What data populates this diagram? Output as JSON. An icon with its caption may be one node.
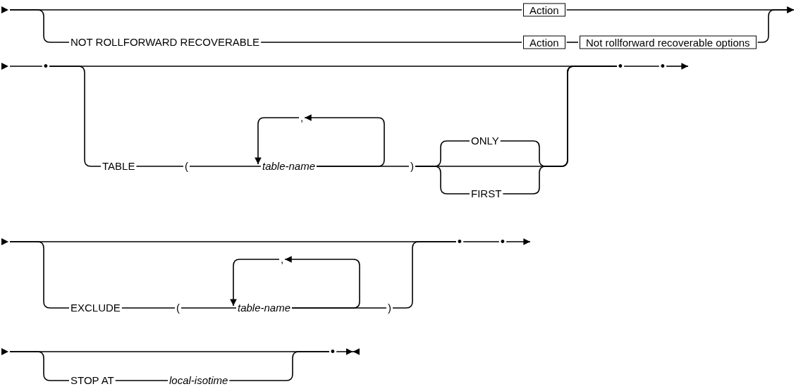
{
  "diagram": {
    "nodes": [
      {
        "text": [
          "Action"
        ]
      },
      {
        "text": [
          "NOT ROLLFORWARD RECOVERABLE"
        ]
      },
      {
        "text": [
          "Action"
        ]
      },
      {
        "text": [
          "Not rollforward recoverable options"
        ]
      },
      {
        "text": [
          "•"
        ]
      },
      {
        "text": [
          "TABLE"
        ]
      },
      {
        "text": [
          "("
        ]
      },
      {
        "text": [
          "table-name"
        ]
      },
      {
        "text": [
          ","
        ]
      },
      {
        "text": [
          ")"
        ]
      },
      {
        "text": [
          "ONLY"
        ]
      },
      {
        "text": [
          "FIRST"
        ]
      },
      {
        "text": [
          "•"
        ]
      },
      {
        "text": [
          "•"
        ]
      },
      {
        "text": [
          "EXCLUDE"
        ]
      },
      {
        "text": [
          "("
        ]
      },
      {
        "text": [
          "table-name"
        ]
      },
      {
        "text": [
          ","
        ]
      },
      {
        "text": [
          ")"
        ]
      },
      {
        "text": [
          "•"
        ]
      },
      {
        "text": [
          "•"
        ]
      },
      {
        "text": [
          "STOP AT"
        ]
      },
      {
        "text": [
          "local-isotime"
        ]
      },
      {
        "text": [
          "•"
        ]
      },
      {
        "text": [],
        "shape": "triangle"
      },
      {
        "text": [],
        "shape": "triangle"
      },
      {
        "text": [],
        "shape": "triangle"
      },
      {
        "text": [],
        "shape": "triangle"
      }
    ],
    "edges": [
      {
        "from": 24,
        "to": 0,
        "arrow": "none"
      },
      {
        "from": 24,
        "to": 1,
        "arrow": "none"
      },
      {
        "from": 1,
        "to": 2,
        "arrow": "none"
      },
      {
        "from": 2,
        "to": 3,
        "arrow": "none"
      },
      {
        "from": 0,
        "to": null,
        "arrow": "to"
      },
      {
        "from": 3,
        "to": null,
        "arrow": "to"
      },
      {
        "from": 25,
        "to": 4,
        "arrow": "none"
      },
      {
        "from": 4,
        "to": 12,
        "arrow": "none"
      },
      {
        "from": 4,
        "to": 5,
        "arrow": "none"
      },
      {
        "from": 5,
        "to": 6,
        "arrow": "none"
      },
      {
        "from": 6,
        "to": 7,
        "arrow": "none"
      },
      {
        "from": 7,
        "to": 8,
        "arrow": "to"
      },
      {
        "from": 8,
        "to": 7,
        "arrow": "to"
      },
      {
        "from": 7,
        "to": 9,
        "arrow": "none"
      },
      {
        "from": 9,
        "to": 10,
        "arrow": "none"
      },
      {
        "from": 9,
        "to": 11,
        "arrow": "none"
      },
      {
        "from": 9,
        "to": 12,
        "arrow": "none"
      },
      {
        "from": 10,
        "to": 12,
        "arrow": "none"
      },
      {
        "from": 11,
        "to": 12,
        "arrow": "none"
      },
      {
        "from": 12,
        "to": 13,
        "arrow": "none"
      },
      {
        "from": 13,
        "to": null,
        "arrow": "to"
      },
      {
        "from": 26,
        "to": 19,
        "arrow": "none"
      },
      {
        "from": 26,
        "to": 14,
        "arrow": "none"
      },
      {
        "from": 14,
        "to": 15,
        "arrow": "none"
      },
      {
        "from": 15,
        "to": 16,
        "arrow": "none"
      },
      {
        "from": 16,
        "to": 17,
        "arrow": "to"
      },
      {
        "from": 17,
        "to": 16,
        "arrow": "to"
      },
      {
        "from": 16,
        "to": 18,
        "arrow": "none"
      },
      {
        "from": 18,
        "to": 19,
        "arrow": "none"
      },
      {
        "from": 19,
        "to": 20,
        "arrow": "none"
      },
      {
        "from": 20,
        "to": null,
        "arrow": "to"
      },
      {
        "from": 27,
        "to": 23,
        "arrow": "none"
      },
      {
        "from": 27,
        "to": 21,
        "arrow": "none"
      },
      {
        "from": 21,
        "to": 22,
        "arrow": "none"
      },
      {
        "from": 22,
        "to": 23,
        "arrow": "none"
      },
      {
        "from": 23,
        "to": null,
        "arrow": "to"
      }
    ]
  }
}
